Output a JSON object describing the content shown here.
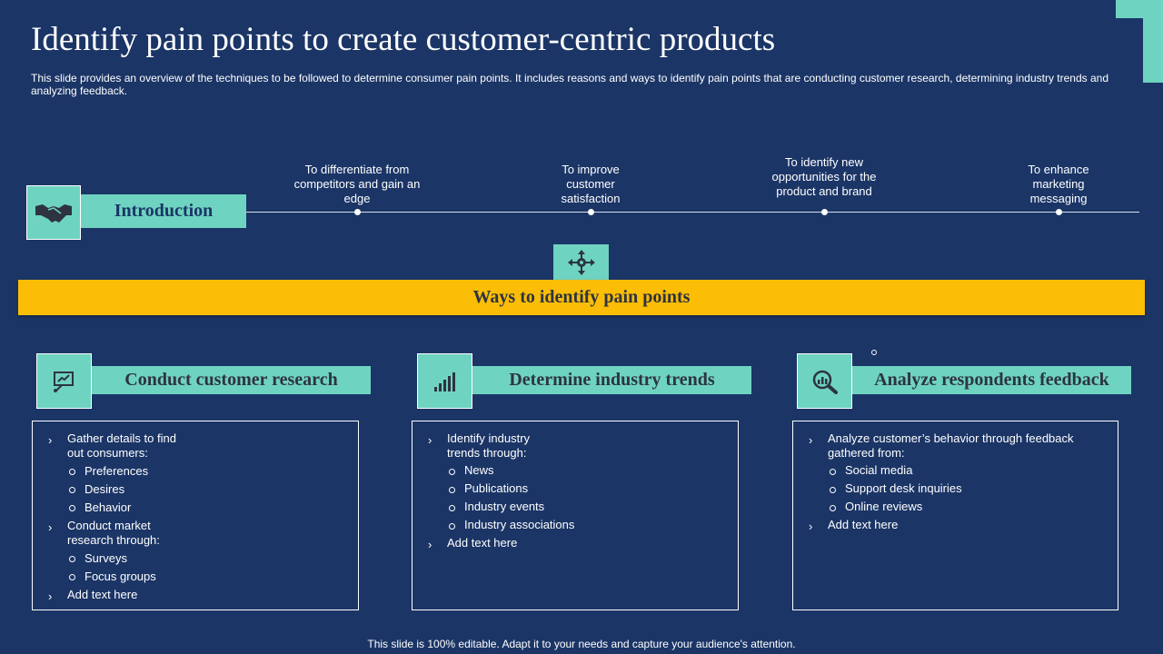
{
  "header": {
    "title": "Identify pain points to create customer-centric products",
    "subtitle": "This slide provides an overview of the techniques to be followed to determine consumer pain points. It includes reasons and ways to identify pain points that are conducting customer research, determining industry trends and analyzing feedback."
  },
  "intro": {
    "label": "Introduction",
    "icon": "handshake-icon",
    "points": [
      "To differentiate from competitors and gain an edge",
      "To improve customer satisfaction",
      "To identify new opportunities for the product and brand",
      "To enhance marketing messaging"
    ]
  },
  "ways": {
    "label": "Ways to identify pain points",
    "icon": "direction-arrows-icon"
  },
  "sections": [
    {
      "title": "Conduct customer research",
      "icon": "presentation-board-icon",
      "items": [
        {
          "text": "Gather details to find out consumers:",
          "subs": [
            "Preferences",
            "Desires",
            "Behavior"
          ]
        },
        {
          "text": "Conduct market research through:",
          "subs": [
            "Surveys",
            "Focus groups"
          ]
        },
        {
          "text": "Add text here",
          "subs": []
        }
      ]
    },
    {
      "title": "Determine industry trends",
      "icon": "bar-chart-icon",
      "items": [
        {
          "text": "Identify industry trends through:",
          "subs": [
            "News",
            "Publications",
            "Industry events",
            "Industry associations"
          ]
        },
        {
          "text": "Add text here",
          "subs": []
        }
      ]
    },
    {
      "title": "Analyze respondents feedback",
      "icon": "magnifier-chart-icon",
      "items": [
        {
          "text": "Analyze customer’s behavior through feedback gathered from:",
          "subs": [
            "Social media",
            "Support desk inquiries",
            "Online reviews"
          ]
        },
        {
          "text": "Add text here",
          "subs": []
        }
      ]
    }
  ],
  "footer": "This slide is 100% editable. Adapt it to your needs and capture your audience's attention.",
  "colors": {
    "background": "#1b3566",
    "teal": "#6fd3c1",
    "yellow": "#fbbd06"
  }
}
